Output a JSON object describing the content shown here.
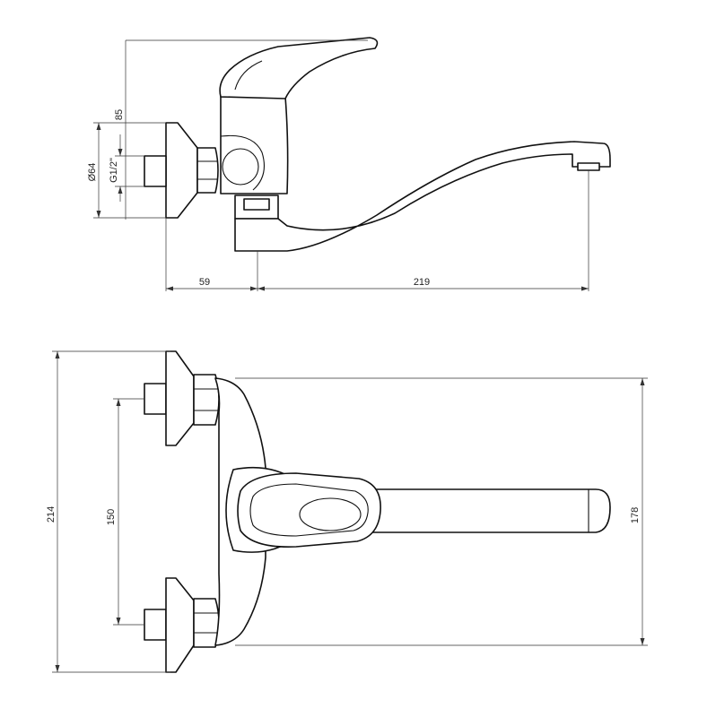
{
  "dimensions": {
    "height_top": "85",
    "diameter": "Ø64",
    "thread": "G1/2\"",
    "wall_offset": "59",
    "spout_reach": "219",
    "total_height": "214",
    "connection_spacing": "150",
    "spout_height": "178"
  }
}
